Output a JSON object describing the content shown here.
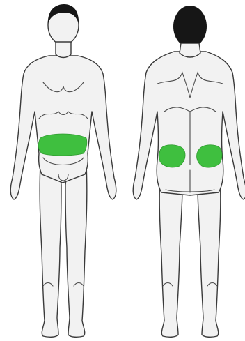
{
  "figures": [
    {
      "view": "front"
    },
    {
      "view": "back"
    }
  ],
  "regions": [
    {
      "figure": "front",
      "area": "abdomen",
      "color": "#3fbf3f"
    },
    {
      "figure": "back",
      "area": "left-buttock-upper",
      "color": "#3fbf3f"
    },
    {
      "figure": "back",
      "area": "right-buttock-upper",
      "color": "#3fbf3f"
    }
  ],
  "colors": {
    "highlight": "#3fbf3f",
    "outline": "#3a3a3a",
    "skin": "#f2f2f2",
    "hair": "#161616"
  }
}
